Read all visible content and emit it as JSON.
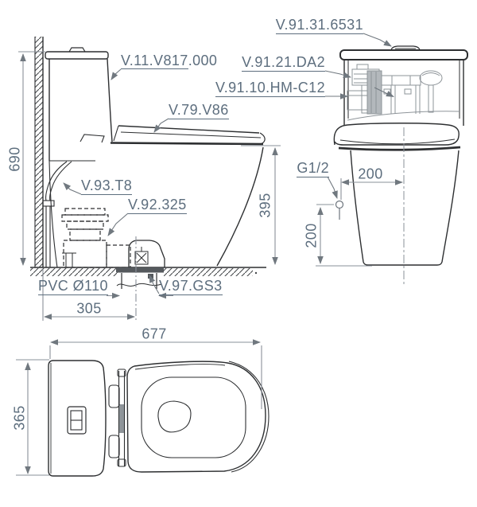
{
  "annotations": {
    "labels": {
      "tank_body_code": "V.11.V817",
      "tank_body_suffix": ".000",
      "flush_button": "V.91.31.6531",
      "inlet_valve": "V.91.21.DA2",
      "flush_valve": "V.91.10.HM-C12",
      "seat_cover": "V.79.V86",
      "supply_hose": "V.93.T8",
      "drain_connector": "V.92.325",
      "drain_pipe": "PVC Ø110",
      "floor_flange": "V.97.GS3",
      "water_inlet_thread": "G1/2"
    },
    "dimensions": {
      "overall_height_mm": "690",
      "rim_height_mm": "395",
      "drain_setout_mm": "305",
      "inlet_offset_mm": "200",
      "inlet_height_mm": "200",
      "overall_depth_mm": "677",
      "overall_width_mm": "365"
    },
    "colors": {
      "ink": "#2d2f31",
      "annotation_text": "#5d6e7e",
      "dimension_line": "#8a9099",
      "internals_gray": "#8e9499",
      "flange_dark": "#55595d"
    }
  }
}
